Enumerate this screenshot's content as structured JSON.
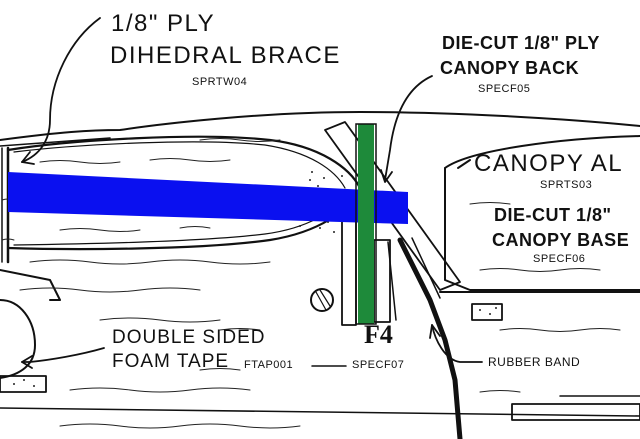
{
  "labels": {
    "dihedral_brace_line1": "1/8\" PLY",
    "dihedral_brace_line2": "DIHEDRAL BRACE",
    "dihedral_brace_code": "SPRTW04",
    "canopy_back_line1": "DIE-CUT 1/8\" PLY",
    "canopy_back_line2": "CANOPY BACK",
    "canopy_back_code": "SPECF05",
    "canopy_al_line": "CANOPY AL",
    "canopy_al_code": "SPRTS03",
    "canopy_base_line1": "DIE-CUT 1/8\"",
    "canopy_base_line2": "CANOPY BASE",
    "canopy_base_code": "SPECF06",
    "foam_tape_line1": "DOUBLE SIDED",
    "foam_tape_line2": "FOAM TAPE",
    "foam_tape_code": "FTAP001",
    "former_label": "F4",
    "former_code": "SPECF07",
    "rubber_band": "RUBBER BAND"
  },
  "colors": {
    "highlight_blue": "#0a10f0",
    "highlight_green": "#1e8a3a",
    "ink": "#111111"
  }
}
